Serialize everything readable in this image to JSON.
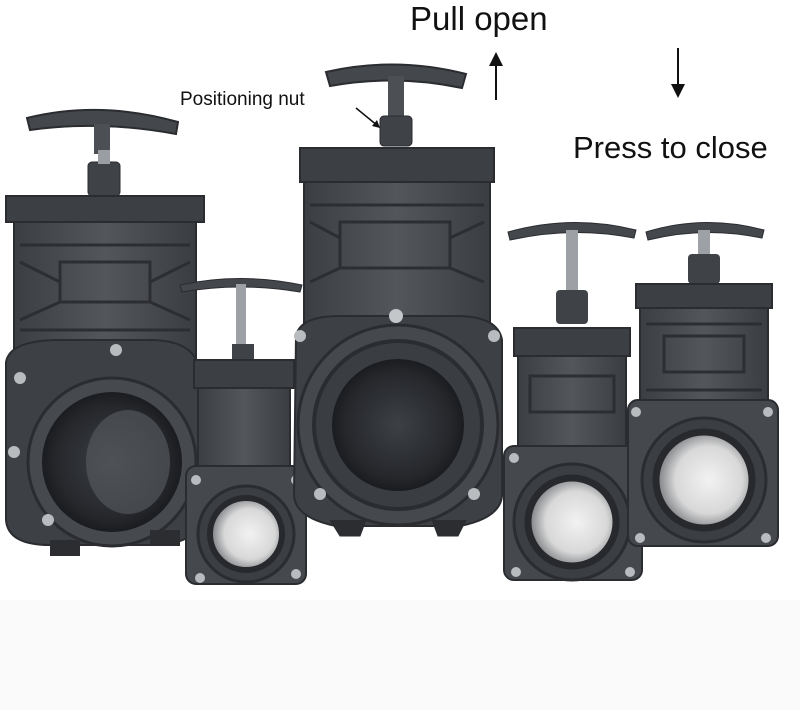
{
  "annotations": {
    "pull_open": "Pull open",
    "press_to_close": "Press to close",
    "positioning_nut": "Positioning nut"
  },
  "colors": {
    "background": "#ffffff",
    "pvc_body": "#4a4d52",
    "pvc_dark": "#2b2d31",
    "pvc_light": "#6a6d72",
    "text": "#111111"
  }
}
